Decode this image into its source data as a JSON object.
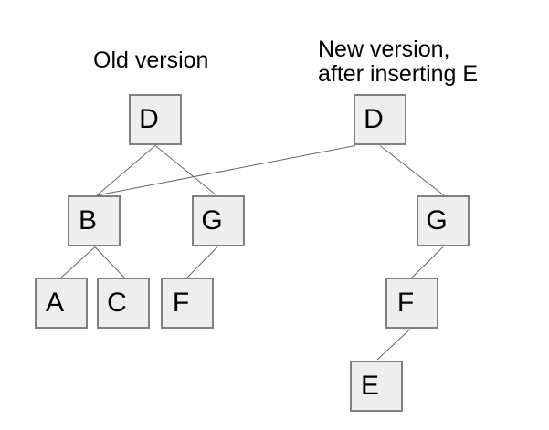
{
  "labels": {
    "old": "Old version",
    "new_line1": "New version,",
    "new_line2": "after inserting E"
  },
  "nodes": {
    "old_d": "D",
    "new_d": "D",
    "b": "B",
    "old_g": "G",
    "new_g": "G",
    "a": "A",
    "c": "C",
    "old_f": "F",
    "new_f": "F",
    "e": "E"
  },
  "structure": {
    "old_tree_edges": [
      {
        "from": "old_d",
        "to": "b"
      },
      {
        "from": "old_d",
        "to": "old_g"
      },
      {
        "from": "b",
        "to": "a"
      },
      {
        "from": "b",
        "to": "c"
      },
      {
        "from": "old_g",
        "to": "old_f"
      }
    ],
    "shared_edge": {
      "from": "new_d",
      "to": "b"
    },
    "new_tree_edges": [
      {
        "from": "new_d",
        "to": "new_g"
      },
      {
        "from": "new_g",
        "to": "new_f"
      },
      {
        "from": "new_f",
        "to": "e"
      }
    ]
  },
  "colors": {
    "background": "#ffffff",
    "node_fill": "#eeeeee",
    "node_border": "#808080",
    "edge_line": "#666666",
    "text": "#000000"
  }
}
